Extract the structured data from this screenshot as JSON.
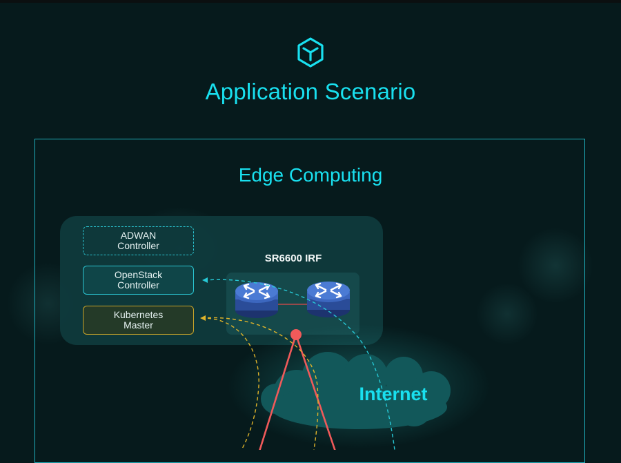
{
  "header": {
    "icon": "cube-icon",
    "title": "Application Scenario"
  },
  "section": {
    "title": "Edge Computing"
  },
  "controllers": [
    {
      "line1": "ADWAN",
      "line2": "Controller",
      "style": "dashed"
    },
    {
      "line1": "OpenStack",
      "line2": "Controller",
      "style": "solid"
    },
    {
      "line1": "Kubernetes",
      "line2": "Master",
      "style": "highlighted"
    }
  ],
  "irf": {
    "label": "SR6600 IRF",
    "devices": [
      "router-icon",
      "router-icon"
    ]
  },
  "cloud": {
    "label": "Internet"
  },
  "colors": {
    "accent": "#19e0ef",
    "frame": "#1fb0bd",
    "kubernetes_link": "#e0b42a",
    "openstack_link": "#27c9d6",
    "uplink": "#f05a5a",
    "router": "#2b4f9a"
  }
}
